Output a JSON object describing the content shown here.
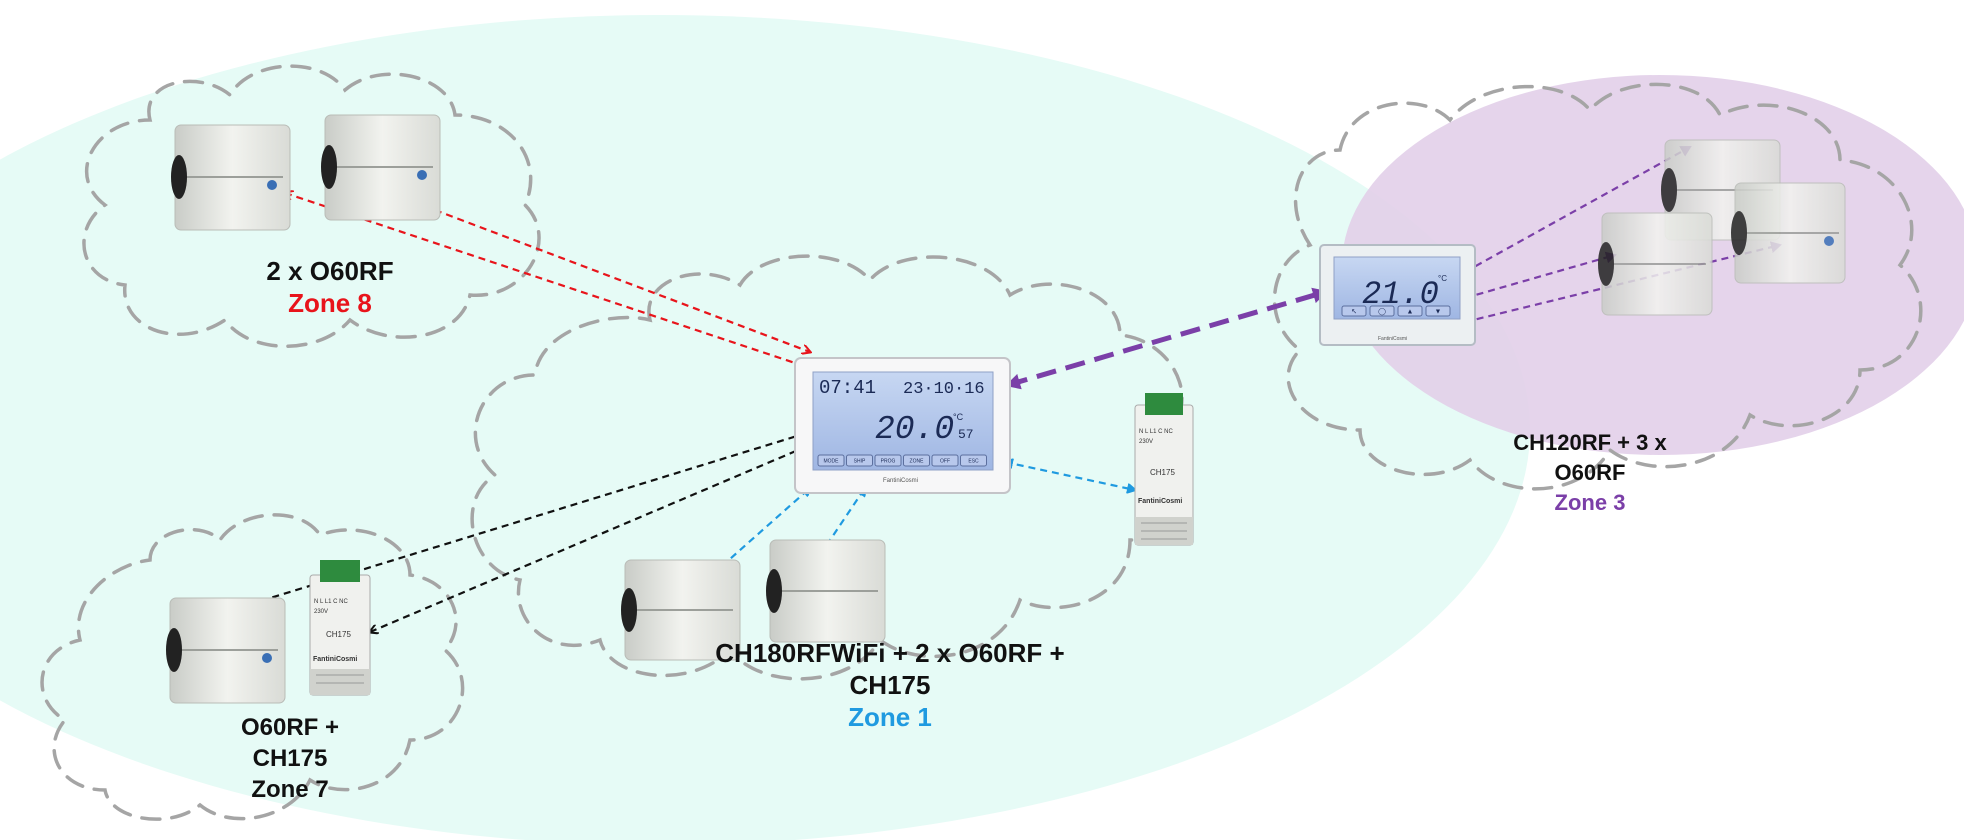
{
  "colors": {
    "zone8": "#e8141b",
    "zone1": "#1f9ae0",
    "zone3": "#7b3fa8",
    "zone7_link": "#111111",
    "main_arrow": "#7b3fa8",
    "cyan_area": "#e6fbf6",
    "violet_area": "#e2cfe9",
    "cloud_stroke": "#a5a5a5"
  },
  "groups": {
    "zone8": {
      "devices": "2 x O60RF",
      "zone": "Zone 8"
    },
    "zone1": {
      "line1": "CH180RFWiFi + 2 x O60RF +",
      "line2": "CH175",
      "zone": "Zone 1"
    },
    "zone3": {
      "line1": "CH120RF + 3 x",
      "line2": "O60RF",
      "zone": "Zone 3"
    },
    "zone7": {
      "line1": "O60RF +",
      "line2": "CH175",
      "zone": "Zone 7"
    }
  },
  "thermostat_main": {
    "time": "07:41",
    "date": "23·10·16",
    "temperature": "20.0",
    "unit": "°C",
    "humidity": "57",
    "brand": "FantiniCosmi",
    "buttons": [
      "MODE",
      "SHIP",
      "PROG",
      "ZONE",
      "OFF",
      "ESC"
    ]
  },
  "thermostat_ch120": {
    "temperature": "21.0",
    "unit": "°C",
    "brand": "FantiniCosmi",
    "buttons": [
      "↖",
      "◯",
      "▲",
      "▼"
    ]
  },
  "ch175": {
    "model": "CH175",
    "brand": "FantiniCosmi",
    "terminals": "N  L    L1 C NC",
    "voltage": "230V"
  }
}
